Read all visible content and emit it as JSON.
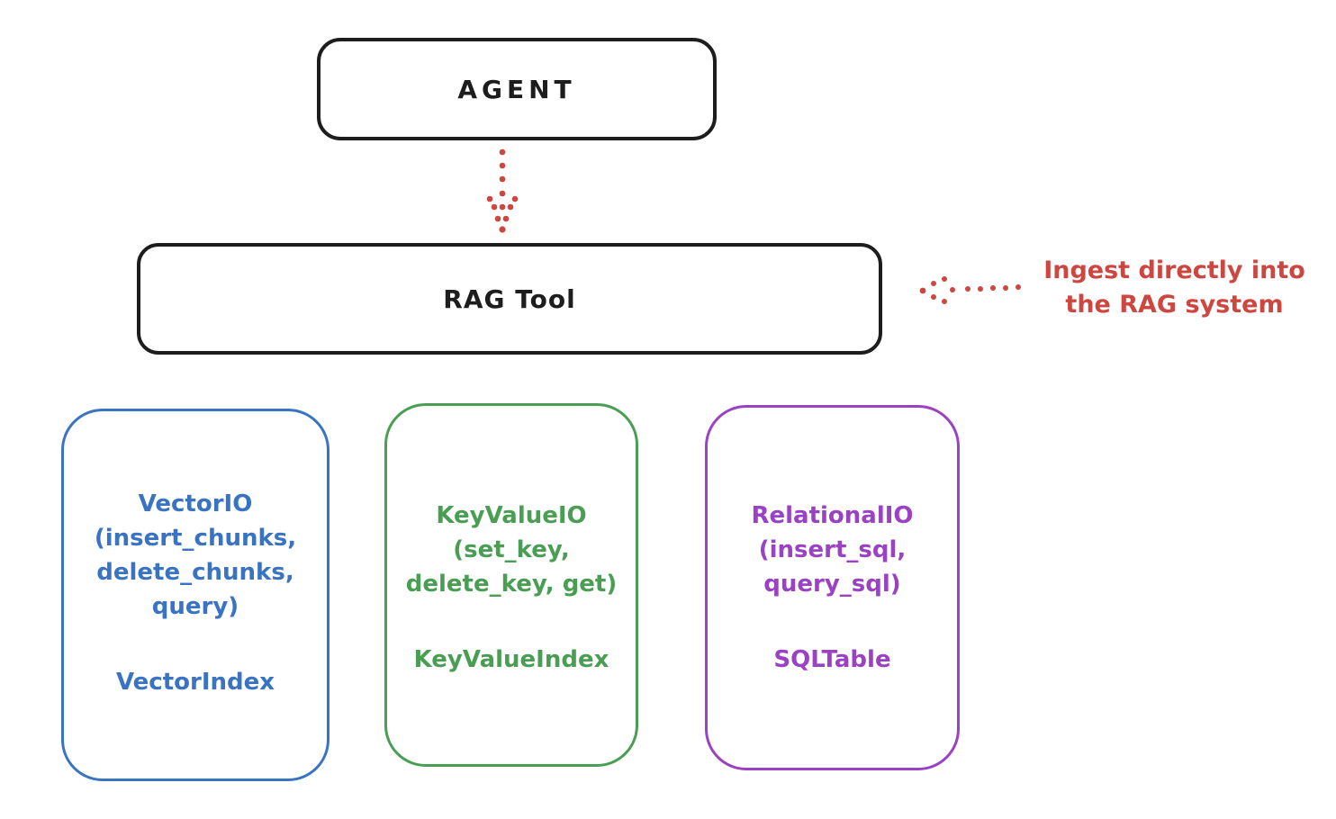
{
  "colors": {
    "ink": "#1d1d1d",
    "red": "#cd463f",
    "blue": "#3973c2",
    "green": "#4a9e53",
    "purple": "#9b41c4"
  },
  "icons": {
    "agent_to_rag": "dotted-arrow-down-icon",
    "ingest_pointer": "dotted-arrow-left-icon"
  },
  "agent": {
    "label": "AGENT"
  },
  "rag_tool": {
    "label": "RAG Tool"
  },
  "annotation": {
    "line1": "Ingest directly into",
    "line2": "the RAG system"
  },
  "backends": [
    {
      "id": "vector-io",
      "color": "#3973c2",
      "lines": [
        "VectorIO",
        "(insert_chunks,",
        "delete_chunks,",
        "query)"
      ],
      "index_label": "VectorIndex"
    },
    {
      "id": "key-value-io",
      "color": "#4a9e53",
      "lines": [
        "KeyValueIO",
        "(set_key,",
        "delete_key, get)"
      ],
      "index_label": "KeyValueIndex"
    },
    {
      "id": "relational-io",
      "color": "#9b41c4",
      "lines": [
        "RelationalIO",
        "(insert_sql,",
        "query_sql)"
      ],
      "index_label": "SQLTable"
    }
  ]
}
